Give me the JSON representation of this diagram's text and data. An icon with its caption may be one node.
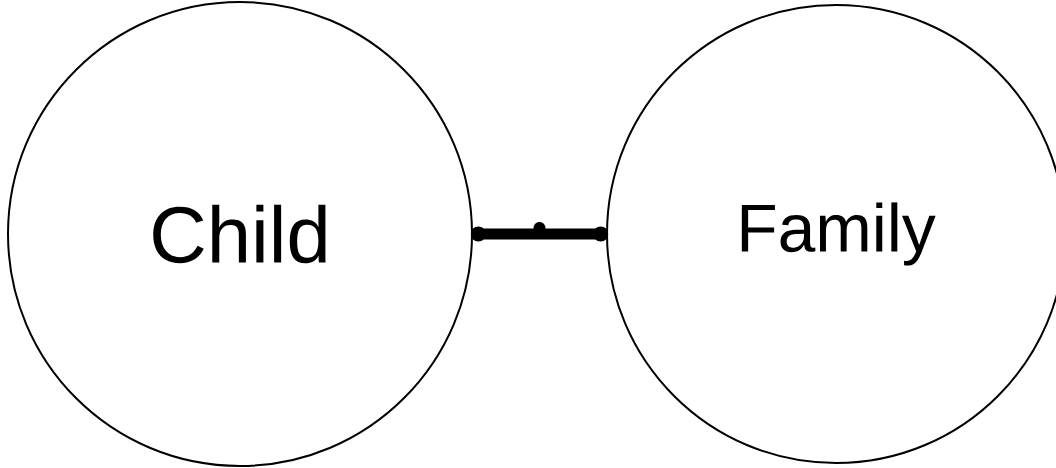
{
  "diagram": {
    "nodes": [
      {
        "text": [
          "Child"
        ]
      },
      {
        "text": [
          "Family"
        ]
      }
    ],
    "edges": [
      {
        "from": 0,
        "to": 1,
        "arrow": "other"
      }
    ]
  }
}
